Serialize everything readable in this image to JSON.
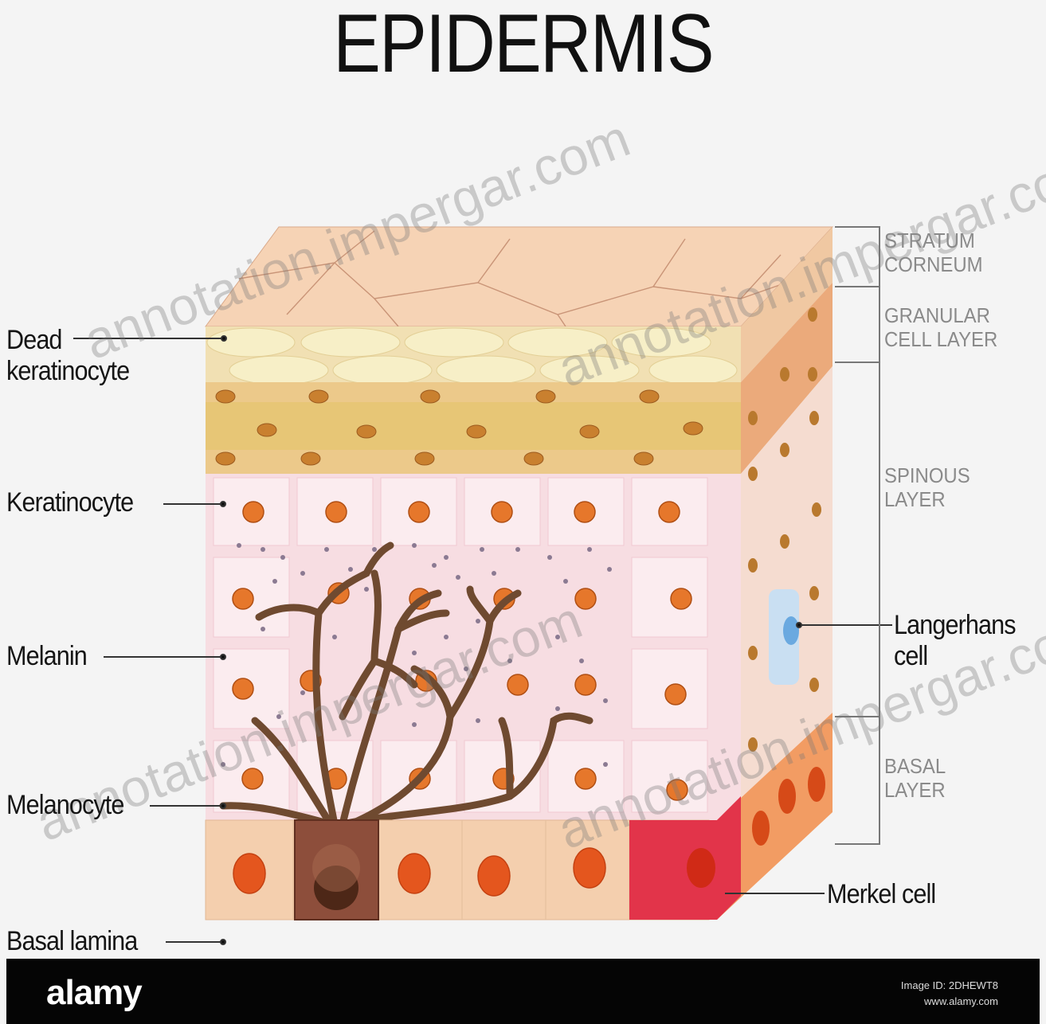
{
  "title": "EPIDERMIS",
  "labels_left": {
    "dead_keratinocyte_line1": "Dead",
    "dead_keratinocyte_line2": "keratinocyte",
    "keratinocyte": "Keratinocyte",
    "melanin": "Melanin",
    "melanocyte": "Melanocyte",
    "basal_lamina": "Basal lamina"
  },
  "labels_right": {
    "langerhans_line1": "Langerhans",
    "langerhans_line2": "cell",
    "merkel": "Merkel cell"
  },
  "layers": {
    "stratum_corneum_1": "STRATUM",
    "stratum_corneum_2": "CORNEUM",
    "granular_1": "GRANULAR",
    "granular_2": "CELL LAYER",
    "spinous_1": "SPINOUS",
    "spinous_2": "LAYER",
    "basal_1": "BASAL",
    "basal_2": "LAYER"
  },
  "watermark": "annotation.impergar.com",
  "footer": {
    "brand": "alamy",
    "fine_line1": "Image ID: 2DHEWT8",
    "fine_line2": "www.alamy.com"
  },
  "colors": {
    "corneum": "#f6d3b5",
    "granular": "#e9cd86",
    "spinous": "#f7d9df",
    "basal": "#f5cdb0",
    "nucleus": "#e06a20",
    "melanocyte": "#7b4a2e",
    "merkel": "#e2344a",
    "langerhans": "#8fc3ea"
  }
}
